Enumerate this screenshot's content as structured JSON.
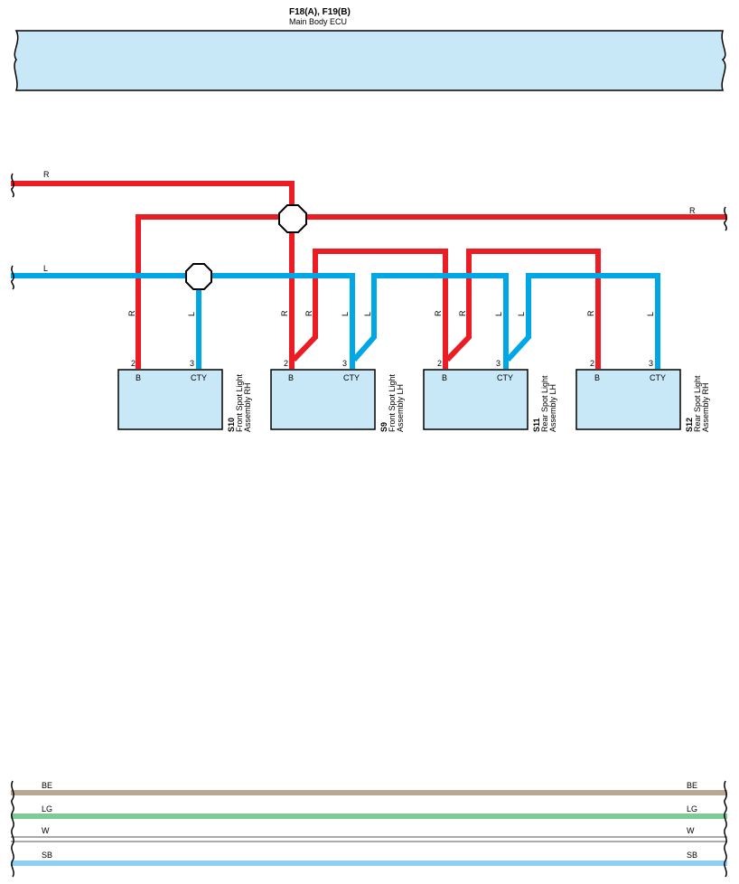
{
  "ecu": {
    "title": "F18(A), F19(B)",
    "subtitle": "Main Body ECU"
  },
  "wires": {
    "r_top_left": "R",
    "r_right": "R",
    "l_left": "L"
  },
  "components": [
    {
      "code": "S10",
      "name_line1": "Front Spot Light",
      "name_line2": "Assembly RH",
      "pin_b_num": "2",
      "pin_b_name": "B",
      "pin_c_num": "3",
      "pin_c_name": "CTY",
      "wire_labels": [
        "R",
        "L"
      ]
    },
    {
      "code": "S9",
      "name_line1": "Front Spot Light",
      "name_line2": "Assembly LH",
      "pin_b_num": "2",
      "pin_b_name": "B",
      "pin_c_num": "3",
      "pin_c_name": "CTY",
      "wire_labels": [
        "R",
        "R",
        "L",
        "L"
      ]
    },
    {
      "code": "S11",
      "name_line1": "Rear Spot Light",
      "name_line2": "Assembly LH",
      "pin_b_num": "2",
      "pin_b_name": "B",
      "pin_c_num": "3",
      "pin_c_name": "CTY",
      "wire_labels": [
        "R",
        "R",
        "L",
        "L"
      ]
    },
    {
      "code": "S12",
      "name_line1": "Rear Spot Light",
      "name_line2": "Assembly RH",
      "pin_b_num": "2",
      "pin_b_name": "B",
      "pin_c_num": "3",
      "pin_c_name": "CTY",
      "wire_labels": [
        "R",
        "L"
      ]
    }
  ],
  "legend": [
    {
      "code": "BE",
      "color": "#b8a793"
    },
    {
      "code": "LG",
      "color": "#7fcb97"
    },
    {
      "code": "W",
      "color": "#ffffff"
    },
    {
      "code": "SB",
      "color": "#8dd0ef"
    }
  ],
  "colors": {
    "red_wire": "#ec1c24",
    "blue_wire": "#00a7e6",
    "box_fill": "#c8e8f8"
  }
}
